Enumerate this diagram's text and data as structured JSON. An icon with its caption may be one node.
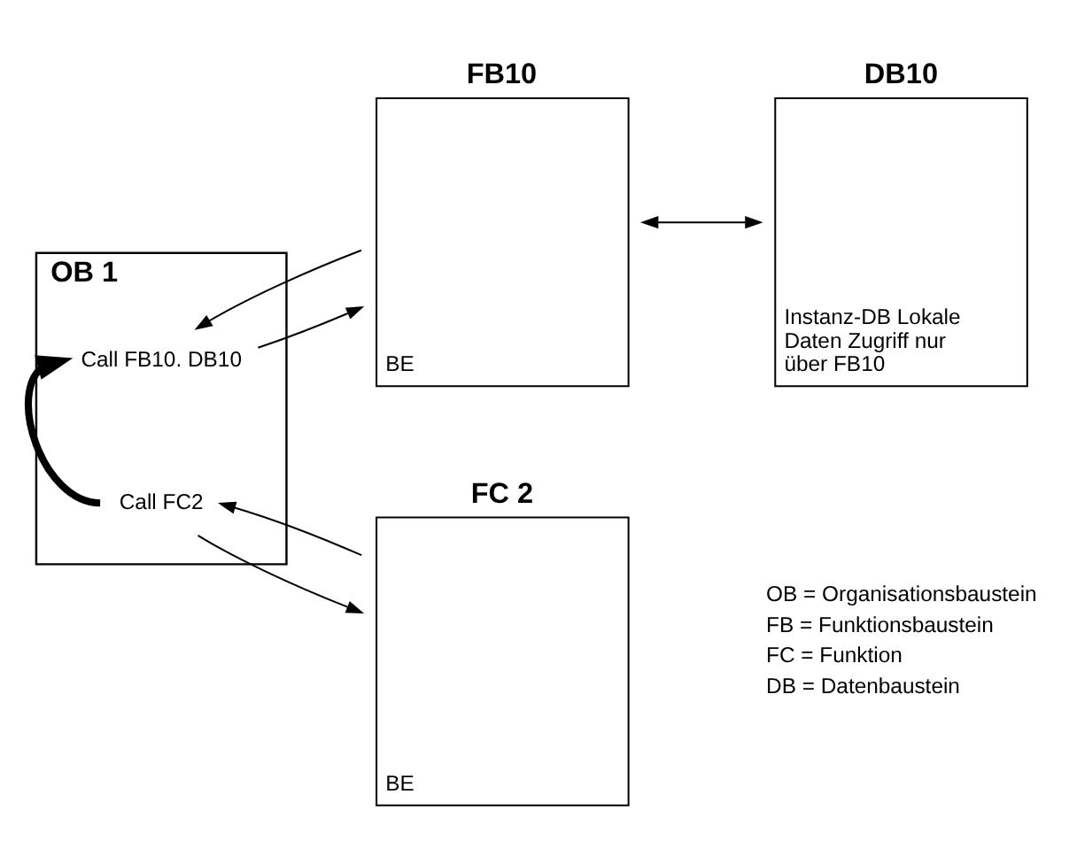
{
  "diagram": {
    "nodes": [
      {
        "text": [
          "OB 1"
        ]
      },
      {
        "text": [
          "Call FB10. DB10"
        ],
        "in": 0
      },
      {
        "text": [
          "Call FC2"
        ],
        "in": 0
      },
      {
        "text": [
          "FB10",
          "BE"
        ]
      },
      {
        "text": [
          "DB10",
          "Instanz-DB Lokale Daten Zugriff nur über FB10"
        ]
      },
      {
        "text": [
          "FC 2",
          "BE"
        ]
      }
    ],
    "edges": [
      {
        "from": 1,
        "to": 3,
        "arrow": "to"
      },
      {
        "from": 3,
        "to": 1,
        "arrow": "to"
      },
      {
        "from": 3,
        "to": 4,
        "arrow": "both"
      },
      {
        "from": 2,
        "to": 5,
        "arrow": "to"
      },
      {
        "from": 5,
        "to": 2,
        "arrow": "to"
      },
      {
        "from": 2,
        "to": 1,
        "arrow": "to",
        "style": "thick"
      }
    ],
    "labels": [
      "OB = Organisationsbaustein",
      "FB = Funktionsbaustein",
      "FC = Funktion",
      "DB = Datenbaustein"
    ]
  }
}
